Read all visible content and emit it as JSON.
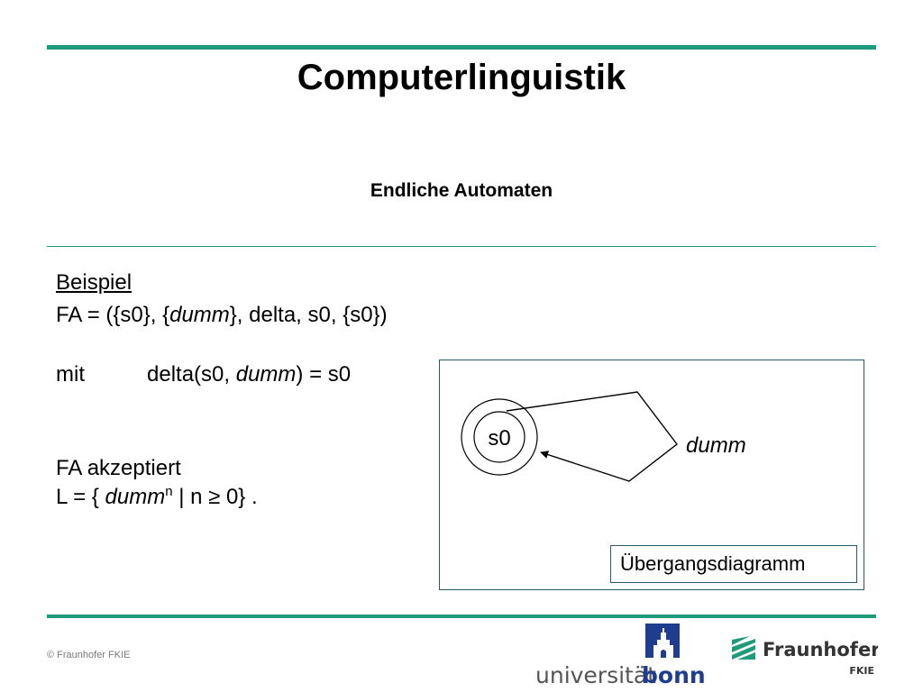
{
  "slide": {
    "title": "Computerlinguistik",
    "subtitle": "Endliche Automaten"
  },
  "content": {
    "beispiel": "Beispiel",
    "fa_def": {
      "prefix": "FA = ({s0}, {",
      "symbol": "dumm",
      "suffix": "}, delta, s0, {s0})"
    },
    "mit": {
      "label": "mit",
      "prefix": "delta(s0, ",
      "symbol": "dumm",
      "suffix": ") = s0"
    },
    "akzeptiert": "FA akzeptiert",
    "language": {
      "prefix": "L = { ",
      "symbol": "dumm",
      "exponent": "n",
      "suffix": " | n ≥ 0} ."
    }
  },
  "diagram": {
    "state_label": "s0",
    "edge_label": "dumm",
    "legend": "Übergangsdiagramm"
  },
  "footer": {
    "copyright": "© Fraunhofer FKIE",
    "bonn_logo_text": {
      "part1": "universität",
      "part2": "bonn"
    },
    "fraunhofer_logo_text": {
      "name": "Fraunhofer",
      "unit": "FKIE"
    }
  },
  "colors": {
    "accent": "#1f9a7b",
    "box_border": "#2b5a70",
    "bonn_blue": "#1e3d8f"
  }
}
